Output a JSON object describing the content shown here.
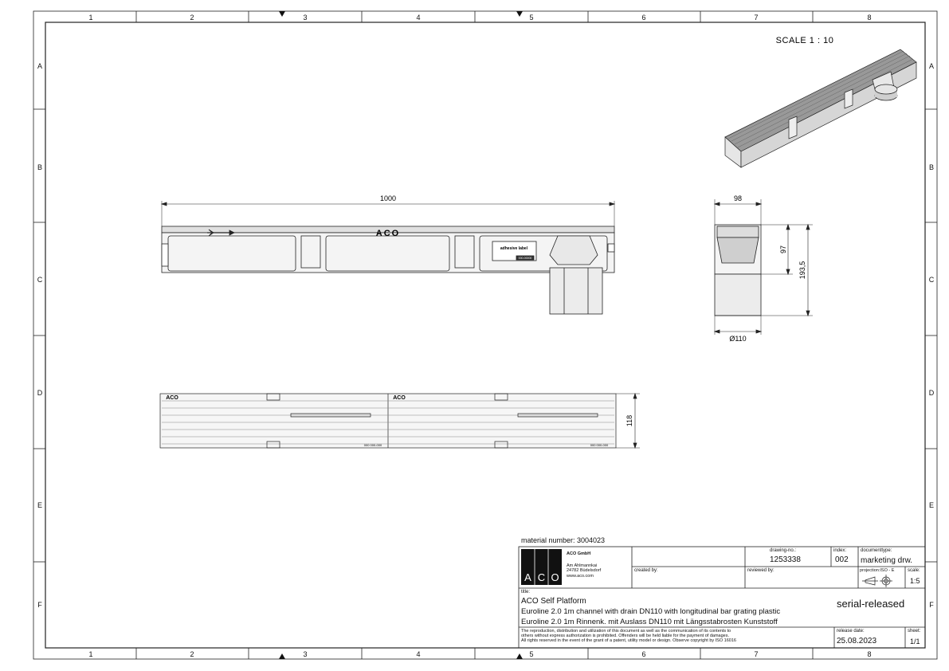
{
  "frame": {
    "columns": [
      "1",
      "2",
      "3",
      "4",
      "5",
      "6",
      "7",
      "8"
    ],
    "rows": [
      "A",
      "B",
      "C",
      "D",
      "E",
      "F"
    ]
  },
  "scale_label": "SCALE 1 : 10",
  "side_view": {
    "length_dim": "1000",
    "brand": "ACO",
    "label_text": "adhesive label",
    "label_code": "000-00000"
  },
  "section_view": {
    "width_dim": "98",
    "height_inner_dim": "97",
    "height_total_dim": "193,5",
    "outlet_dim": "Ø110"
  },
  "top_view": {
    "width_dim": "118",
    "brand_left": "ACO",
    "brand_right": "ACO",
    "code_left": "000 000-000",
    "code_right": "000 000-000"
  },
  "title_block": {
    "material_number": "material number: 3004023",
    "company_name": "ACO GmbH",
    "address_line1": "Am Ahlmannkai",
    "address_line2": "24782 Büdelsdorf",
    "website": "www.aco.com",
    "logo_letters": [
      "A",
      "C",
      "O"
    ],
    "created_by_label": "created by:",
    "reviewed_by_label": "reviewed by:",
    "drawing_no_label": "drawing-no.:",
    "drawing_no": "1253338",
    "index_label": "index:",
    "index": "002",
    "document_type_label": "documenttype:",
    "document_type": "marketing drw.",
    "projection_label": "projection:ISO - E",
    "scale_label": "scale:",
    "scale": "1:5",
    "title_label": "title:",
    "title_line1": "ACO Self Platform",
    "title_line2": "Euroline 2.0 1m channel with drain DN110 with longitudinal bar grating plastic",
    "title_line3": "Euroline 2.0 1m Rinnenk. mit Auslass DN110 mit Längsstabrosten Kunststoff",
    "status": "serial-released",
    "copyright_line1": "The reproduction, distribution and utilization of this document as well as the communication of its contents to",
    "copyright_line2": "others without express authorization is prohibited. Offenders will be held liable for the payment of damages.",
    "copyright_line3": "All rights reserved in the event of the grant of a patent, utility model or design. Observe copyright by ISO 16016",
    "release_date_label": "release date:",
    "release_date": "25.08.2023",
    "sheet_label": "sheet:",
    "sheet": "1/1"
  }
}
